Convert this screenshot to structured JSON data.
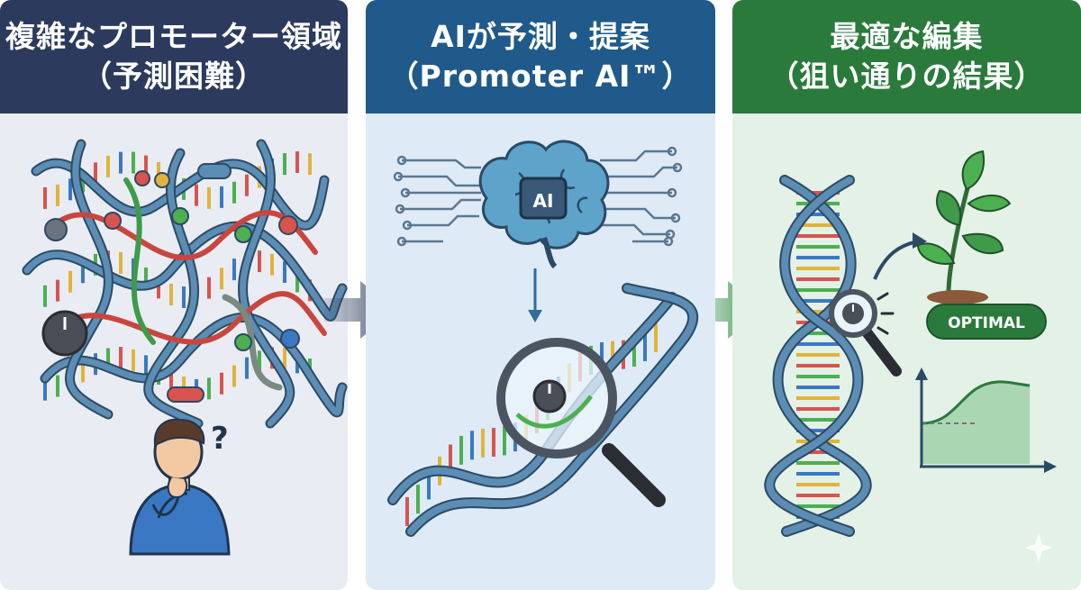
{
  "panels": [
    {
      "title_line1": "複雑なプロモーター領域",
      "title_line2": "（予測困難）",
      "color": "#2c3a5e"
    },
    {
      "title_line1": "AIが予測・提案",
      "title_line2": "（Promoter AI™）",
      "color": "#1f5a8a"
    },
    {
      "title_line1": "最適な編集",
      "title_line2": "（狙い通りの結果）",
      "color": "#2a7a3c"
    }
  ],
  "ai_chip_label": "AI",
  "question_mark": "?",
  "optimal_badge": "OPTIMAL",
  "colors": {
    "dna_strand": "#4e7fa6",
    "dna_outline": "#2d4a63",
    "base_red": "#d9534f",
    "base_green": "#4caf50",
    "base_blue": "#3b78c4",
    "base_yellow": "#e0b33a",
    "plant_green": "#3f9a4a",
    "arrow_dark": "#3d4a66",
    "arrow_green": "#3a8f4c"
  }
}
